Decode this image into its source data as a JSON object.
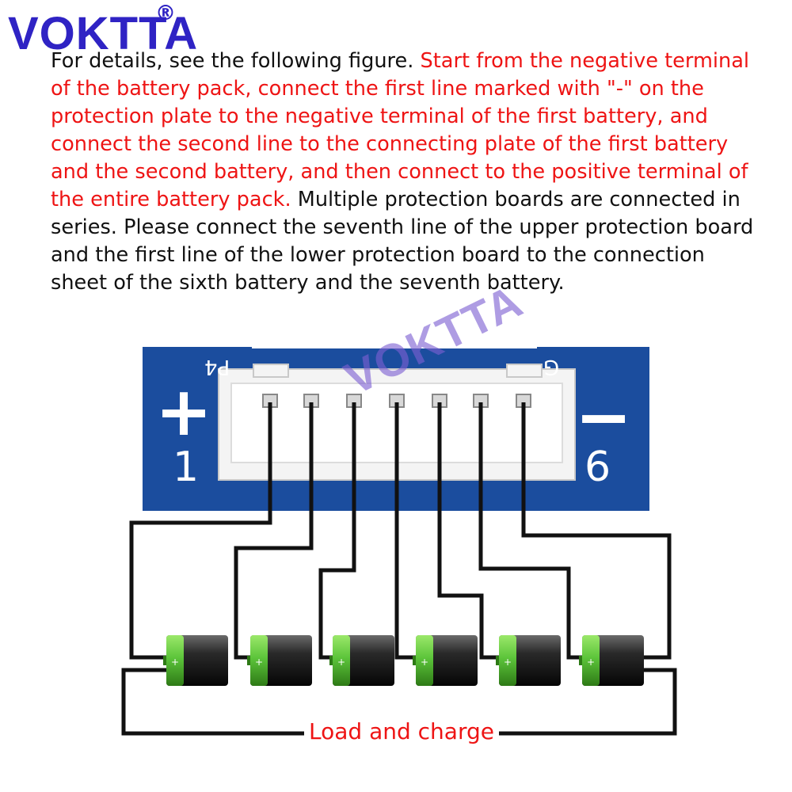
{
  "brand": {
    "name": "VOKTTA",
    "mark": "®"
  },
  "description": {
    "intro": "For details, see the following figure. ",
    "highlight": "Start from the negative terminal of the battery pack, connect the first line marked with \"-\" on the protection plate to the negative terminal of the first battery, and connect the second line to the connecting plate of the first battery and the second battery, and then connect to the positive terminal of the entire battery pack.",
    "rest": " Multiple protection boards are connected in series. Please connect the seventh line of the upper protection board and the first line of the lower protection board to the connection sheet of the sixth battery and the seventh battery."
  },
  "board": {
    "plus_sign": "+",
    "minus_sign": "−",
    "left_number": "1",
    "right_number": "6",
    "silk_left": "P4",
    "silk_right": "G",
    "color": "#1b4d9e"
  },
  "watermark": "VOKTTA",
  "load_label": "Load and charge",
  "colors": {
    "text": "#111111",
    "highlight": "#ee1414",
    "brand": "#2f23c4",
    "battery_band": "#5cc43a"
  }
}
